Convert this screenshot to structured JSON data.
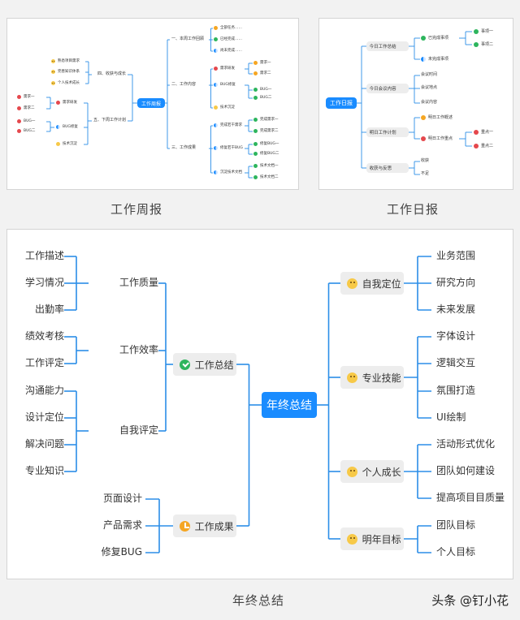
{
  "captions": {
    "weekly": "工作周报",
    "daily": "工作日报",
    "yearly": "年终总结"
  },
  "watermark": "头条 @钉小花",
  "weekly": {
    "root": "工作周报",
    "right": [
      {
        "label": "一、本周工作回顾",
        "children": [
          {
            "label": "全部任务……",
            "icon": "orange"
          },
          {
            "label": "已经完成……",
            "icon": "green"
          },
          {
            "label": "尚未完成……",
            "icon": "half"
          }
        ]
      },
      {
        "label": "二、工作内容",
        "children": [
          {
            "label": "需求研发",
            "icon": "red",
            "children": [
              "需求一",
              "需求二"
            ]
          },
          {
            "label": "BUG修复",
            "icon": "half",
            "children": [
              "BUG一",
              "BUG二"
            ]
          },
          {
            "label": "技术沉淀",
            "icon": "yellow",
            "children": []
          }
        ]
      },
      {
        "label": "三、工作成果",
        "children": [
          {
            "label": "完成若干需求",
            "icon": "half",
            "children": [
              "完成需求一",
              "完成需求二"
            ]
          },
          {
            "label": "修复若干BUG",
            "icon": "half",
            "children": [
              "修复BUG一",
              "修复BUG二"
            ]
          },
          {
            "label": "沉淀技术文档",
            "icon": "half",
            "children": [
              "技术文档一",
              "技术文档二"
            ]
          }
        ]
      }
    ],
    "left": [
      {
        "label": "四、收获与成长",
        "children": [
          {
            "label": "熟悉项目需求",
            "icon": "emoji"
          },
          {
            "label": "完善知识体系",
            "icon": "emoji"
          },
          {
            "label": "个人技术成长",
            "icon": "emoji"
          }
        ]
      },
      {
        "label": "五、下周工作计划",
        "children": [
          {
            "label": "需求研发",
            "icon": "red",
            "children": [
              "需求一",
              "需求二"
            ]
          },
          {
            "label": "BUG修复",
            "icon": "half",
            "children": [
              "BUG一",
              "BUG二"
            ]
          },
          {
            "label": "技术沉淀",
            "icon": "yellow",
            "children": []
          }
        ]
      }
    ]
  },
  "daily": {
    "root": "工作日报",
    "branches": [
      {
        "label": "今日工作总结",
        "children": [
          {
            "label": "已完成事项",
            "icon": "green",
            "children": [
              "事项一",
              "事项二"
            ]
          },
          {
            "label": "未完成事项",
            "icon": "half",
            "children": []
          }
        ]
      },
      {
        "label": "今日会议内容",
        "children": [
          {
            "label": "会议时间",
            "icon": "",
            "children": []
          },
          {
            "label": "会议地点",
            "icon": "",
            "children": []
          },
          {
            "label": "会议内容",
            "icon": "",
            "children": []
          }
        ]
      },
      {
        "label": "明日工作计划",
        "children": [
          {
            "label": "明日工作概述",
            "icon": "orange",
            "children": []
          },
          {
            "label": "明日工作重点",
            "icon": "red",
            "children": [
              "重点一",
              "重点二"
            ]
          }
        ]
      },
      {
        "label": "收获与反思",
        "children": [
          {
            "label": "收获",
            "icon": "",
            "children": []
          },
          {
            "label": "不足",
            "icon": "",
            "children": []
          }
        ]
      }
    ]
  },
  "yearly": {
    "root": "年终总结",
    "left": [
      {
        "label": "工作总结",
        "icon": "check",
        "groups": [
          {
            "label": "工作质量",
            "items": [
              "工作描述",
              "学习情况",
              "出勤率"
            ]
          },
          {
            "label": "工作效率",
            "items": [
              "绩效考核",
              "工作评定"
            ]
          },
          {
            "label": "自我评定",
            "items": [
              "沟通能力",
              "设计定位",
              "解决问题",
              "专业知识"
            ]
          }
        ]
      },
      {
        "label": "工作成果",
        "icon": "clock",
        "items": [
          "页面设计",
          "产品需求",
          "修复BUG"
        ]
      }
    ],
    "right": [
      {
        "label": "自我定位",
        "icon": "emoji",
        "items": [
          "业务范围",
          "研究方向",
          "未来发展"
        ]
      },
      {
        "label": "专业技能",
        "icon": "emoji",
        "items": [
          "字体设计",
          "逻辑交互",
          "氛围打造",
          "UI绘制"
        ]
      },
      {
        "label": "个人成长",
        "icon": "emoji",
        "items": [
          "活动形式优化",
          "团队如何建设",
          "提高项目目质量"
        ]
      },
      {
        "label": "明年目标",
        "icon": "emoji",
        "items": [
          "团队目标",
          "个人目标"
        ]
      }
    ]
  }
}
